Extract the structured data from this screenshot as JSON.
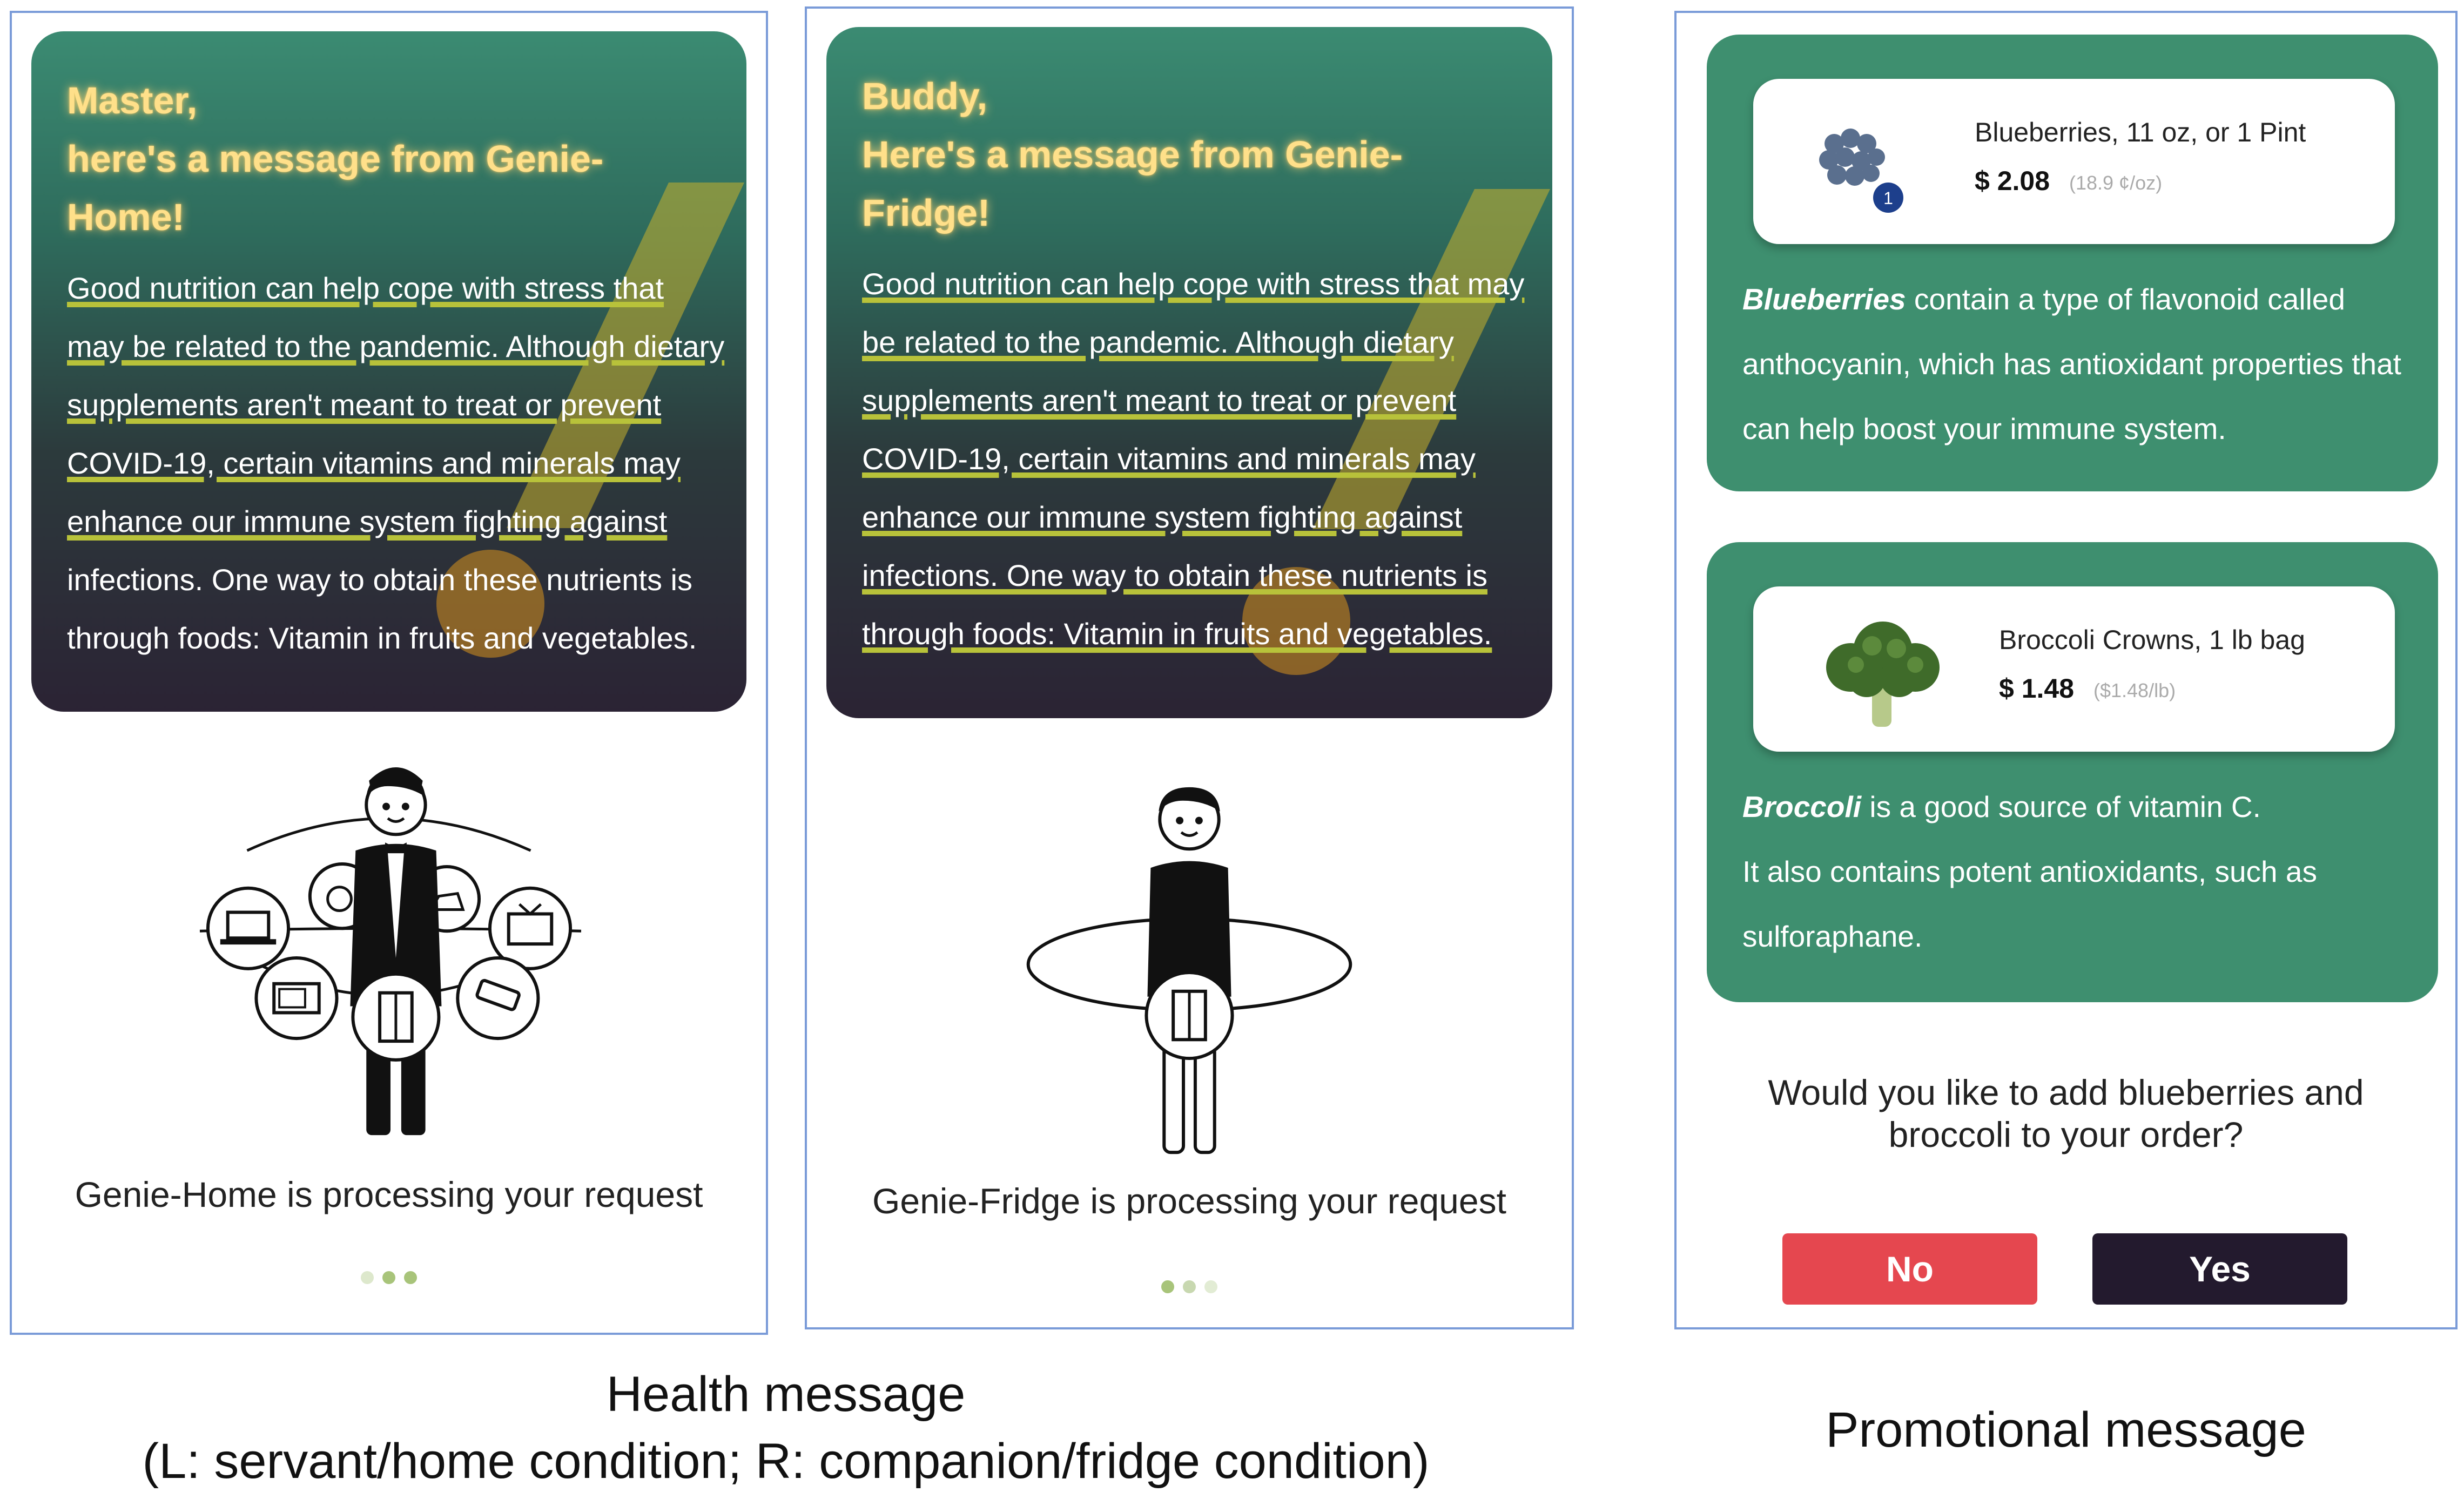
{
  "panels": {
    "home": {
      "title_line1": "Master,",
      "title_line2": "here's a message from Genie-Home!",
      "body_underlined": "Good nutrition can help cope with stress that may be related to the pandemic. Although dietary supplements aren't meant to treat or prevent COVID-19, certain vitamins and minerals may enhance our immune system fighting against",
      "body_plain": " infections. One way to obtain these nutrients is through foods: Vitamin in fruits and vegetables.",
      "status": "Genie-Home is processing your request",
      "pager": {
        "count": 3,
        "active": 2
      }
    },
    "fridge": {
      "title_line1": "Buddy,",
      "title_line2": "Here's a message from Genie-Fridge!",
      "body_underlined": "Good nutrition can help cope with stress that may be related to the pandemic. Although dietary supplements aren't meant to treat or prevent COVID-19, certain vitamins and minerals may enhance our immune system fighting against infections. One way to obtain these nutrients is through foods: Vitamin in fruits and vegetables.",
      "body_plain": "",
      "status": "Genie-Fridge is processing your request",
      "pager": {
        "count": 3,
        "active": 1
      }
    },
    "promo": {
      "products": [
        {
          "name": "Blueberries, 11 oz, or 1 Pint",
          "price": "$ 2.08",
          "unit_price": "(18.9 ¢/oz)",
          "badge": "1"
        },
        {
          "name": "Broccoli Crowns, 1 lb bag",
          "price": "$ 1.48",
          "unit_price": "($1.48/lb)"
        }
      ],
      "blueberry_lead": "Blueberries",
      "blueberry_text": " contain a type of flavonoid called anthocyanin, which has antioxidant properties that can help boost your immune system.",
      "broccoli_lead": "Broccoli",
      "broccoli_text": " is a good source of vitamin C.",
      "broccoli_text2": "It also contains potent antioxidants, such as sulforaphane.",
      "question": "Would you like to add blueberries and broccoli to your order?",
      "no_label": "No",
      "yes_label": "Yes"
    }
  },
  "captions": {
    "health_line1": "Health message",
    "health_line2": "(L: servant/home condition; R: companion/fridge condition)",
    "promo": "Promotional message"
  },
  "colors": {
    "card_top": "#3b8b72",
    "card_bottom": "#2b2334",
    "title": "#ffe08a",
    "underline": "#b8c23a",
    "promo_green": "#3e8f6f",
    "no_button": "#e5474f",
    "yes_button": "#231a2e",
    "dot_active": "#a8c47a",
    "dot_inactive": "#dde8cc"
  }
}
